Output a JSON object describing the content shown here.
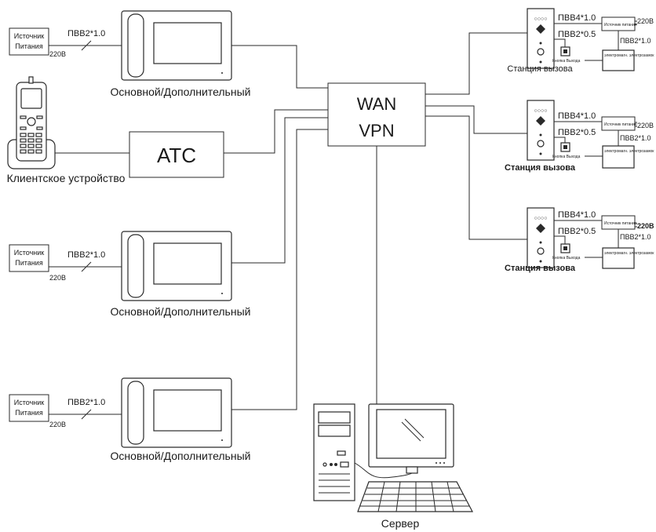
{
  "wan": {
    "line1": "WAN",
    "line2": "VPN"
  },
  "atc": {
    "label": "ATC"
  },
  "client_phone": {
    "caption": "Клиентское устройство"
  },
  "server": {
    "caption": "Сервер"
  },
  "monitors": [
    {
      "caption": "Основной/Дополнительный",
      "cable": "ПВВ2*1.0",
      "psu_line1": "Источник",
      "psu_line2": "Питания",
      "voltage": "220В"
    },
    {
      "caption": "Основной/Дополнительный",
      "cable": "ПВВ2*1.0",
      "psu_line1": "Источник",
      "psu_line2": "Питания",
      "voltage": "220В"
    },
    {
      "caption": "Основной/Дополнительный",
      "cable": "ПВВ2*1.0",
      "psu_line1": "Источник",
      "psu_line2": "Питания",
      "voltage": "220В"
    }
  ],
  "call_stations": [
    {
      "caption": "Станция вызова",
      "cable_power": "ПВВ4*1.0",
      "cable_button": "ПВВ2*0.5",
      "cable_lock": "ПВВ2*1.0",
      "voltage": "220В",
      "button_label": "Кнопка Выхода",
      "psu_label": "Источник питания",
      "lock_label": "электромагн. электрозамок"
    },
    {
      "caption": "Станция вызова",
      "cable_power": "ПВВ4*1.0",
      "cable_button": "ПВВ2*0.5",
      "cable_lock": "ПВВ2*1.0",
      "voltage": "220В",
      "button_label": "Кнопка Выхода",
      "psu_label": "Источник питания",
      "lock_label": "электромагн. электрозамок"
    },
    {
      "caption": "Станция вызова",
      "cable_power": "ПВВ4*1.0",
      "cable_button": "ПВВ2*0.5",
      "cable_lock": "ПВВ2*1.0",
      "voltage": "220В",
      "button_label": "Кнопка Выхода",
      "psu_label": "Источник питания",
      "lock_label": "электромагн. электрозамок"
    }
  ]
}
